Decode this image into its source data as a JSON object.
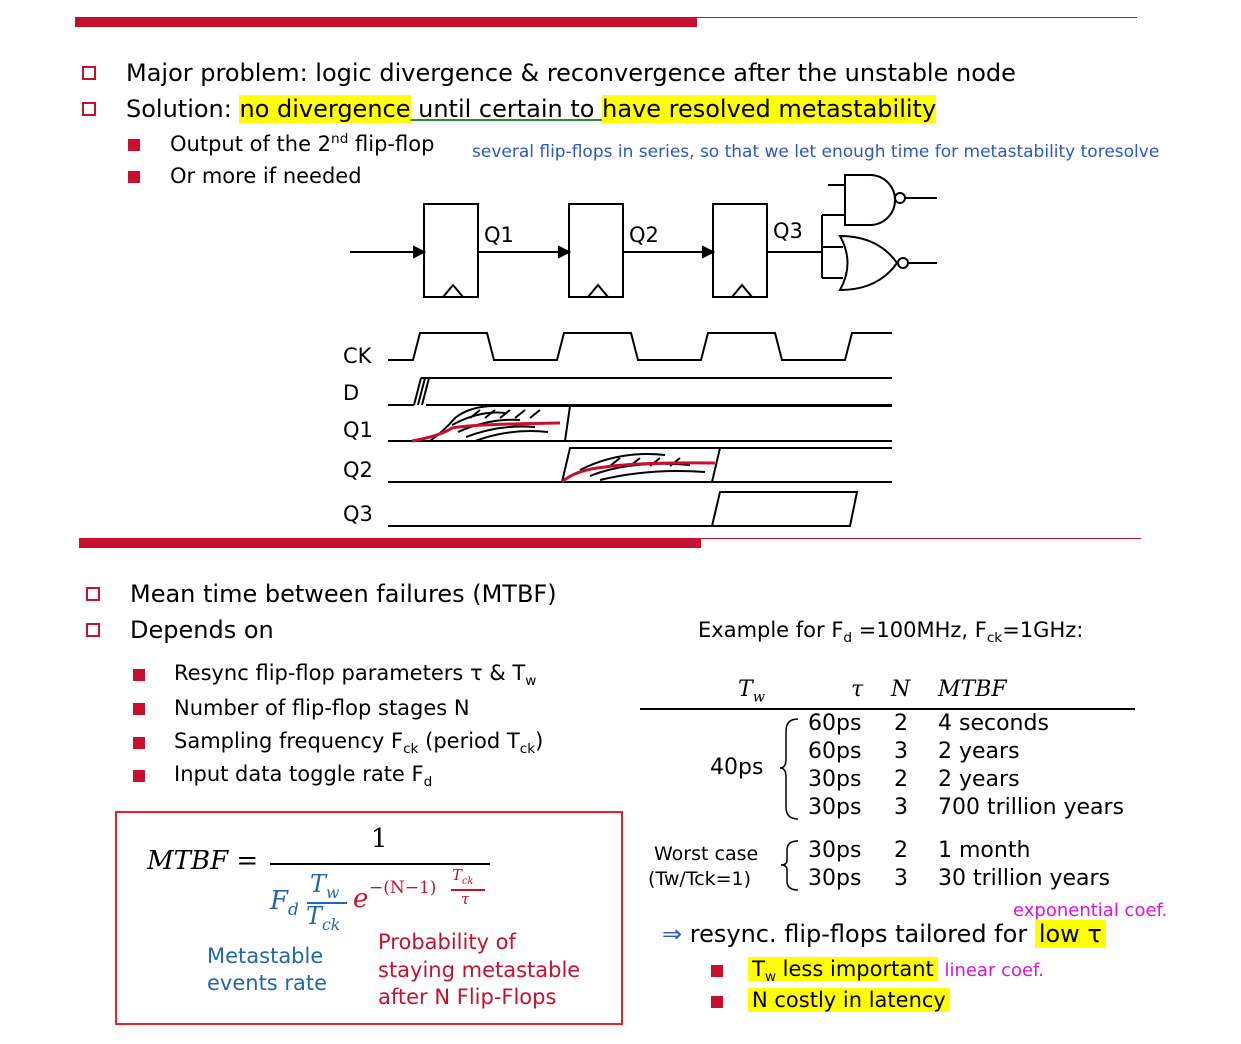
{
  "slide1": {
    "bullets": [
      {
        "text": "Major problem: logic divergence & reconvergence after the unstable node"
      },
      {
        "prefix": "Solution: ",
        "hl1": "no divergence",
        "mid": " until certain to ",
        "hl2": "have resolved metastability"
      }
    ],
    "sub_bullets": [
      {
        "pre": "Output of the 2",
        "sup": "nd",
        "post": " flip-flop"
      },
      {
        "text": "Or more if needed"
      }
    ],
    "note": "several flip-flops in series, so that we let enough time for metastability toresolve"
  },
  "circuit": {
    "ff_labels": [
      "Q1",
      "Q2",
      "Q3"
    ]
  },
  "timing": {
    "signals": [
      "CK",
      "D",
      "Q1",
      "Q2",
      "Q3"
    ]
  },
  "slide2": {
    "bullets": [
      "Mean time between failures (MTBF)",
      "Depends on"
    ],
    "sub_bullets": [
      {
        "pre": "Resync flip-flop parameters τ & T",
        "sub": "w",
        "post": ""
      },
      {
        "pre": "Number of flip-flop stages N",
        "sub": "",
        "post": ""
      },
      {
        "pre": "Sampling frequency F",
        "sub": "ck",
        "post": " (period T",
        "sub2": "ck",
        "post2": ")"
      },
      {
        "pre": "Input data toggle rate F",
        "sub": "d",
        "post": ""
      }
    ],
    "example": {
      "pre": "Example for F",
      "sub1": "d",
      "mid": " =100MHz, F",
      "sub2": "ck",
      "post": "=1GHz:"
    },
    "table": {
      "headers": {
        "tw": "T",
        "tw_sub": "w",
        "tau": "τ",
        "n": "N",
        "mtbf": "MTBF"
      },
      "group1_label": "40ps",
      "group1_rows": [
        {
          "tau": "60ps",
          "n": "2",
          "mtbf": "4 seconds"
        },
        {
          "tau": "60ps",
          "n": "3",
          "mtbf": "2 years"
        },
        {
          "tau": "30ps",
          "n": "2",
          "mtbf": "2 years"
        },
        {
          "tau": "30ps",
          "n": "3",
          "mtbf": "700 trillion years"
        }
      ],
      "group2_label_1": "Worst case",
      "group2_label_2": "(Tw/Tck=1)",
      "group2_rows": [
        {
          "tau": "30ps",
          "n": "2",
          "mtbf": "1 month"
        },
        {
          "tau": "30ps",
          "n": "3",
          "mtbf": "30 trillion years"
        }
      ]
    },
    "conclusion": {
      "arrow": "⇒",
      "pre": "resync. flip-flops tailored for ",
      "hl": "low τ"
    },
    "exp_note": "exponential coef.",
    "conc_bullets": [
      {
        "hl_pre": "T",
        "hl_sub": "w",
        "hl_post": " less important",
        "note": "linear coef."
      },
      {
        "hl": "N costly in latency"
      }
    ],
    "formula": {
      "lhs": "MTBF =",
      "numerator": "1",
      "fd": "F",
      "fd_sub": "d",
      "tw": "T",
      "tw_sub": "w",
      "tck": "T",
      "tck_sub": "ck",
      "exp_base": "e",
      "exp_pre": "−(N−1)",
      "exp_num": "T",
      "exp_num_sub": "ck",
      "exp_den": "τ"
    },
    "label_blue_1": "Metastable",
    "label_blue_2": "events rate",
    "label_red_1": "Probability of",
    "label_red_2": "staying metastable",
    "label_red_3": "after N Flip-Flops"
  }
}
